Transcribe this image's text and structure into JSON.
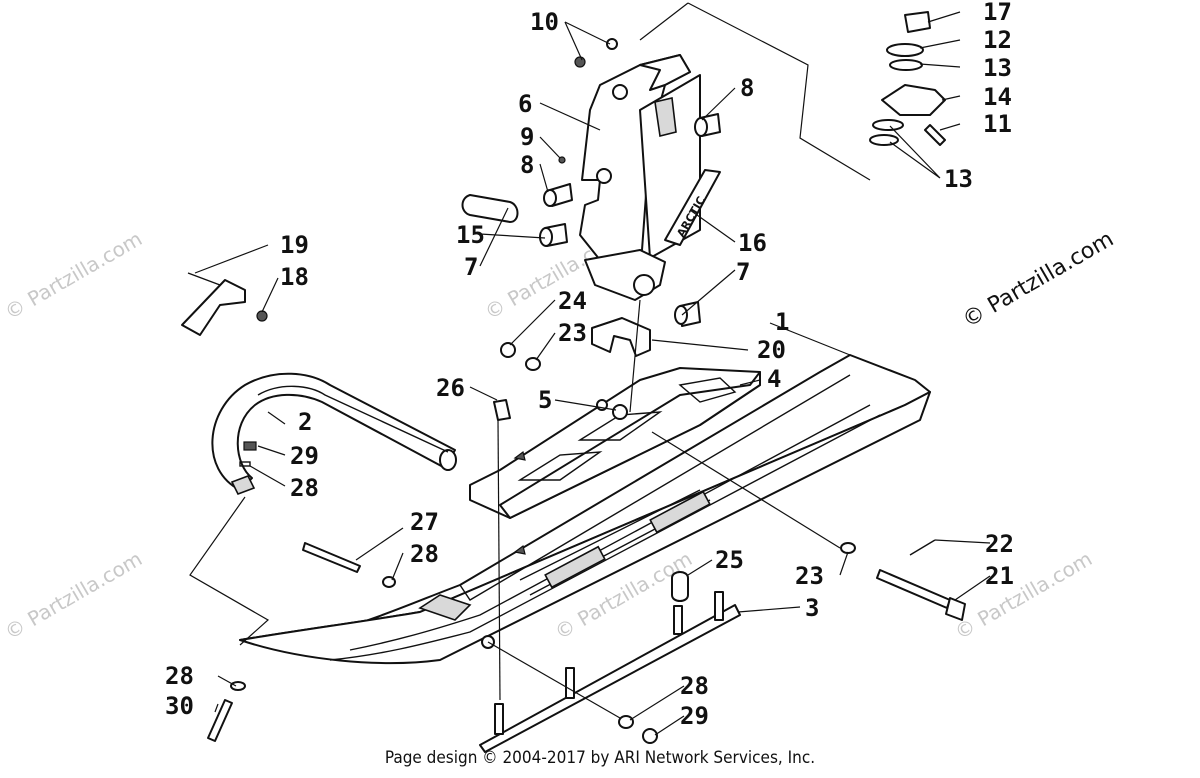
{
  "watermark_text": "© Partzilla.com",
  "copyright_text": "© Partzilla.com",
  "footer_text": "Page design © 2004-2017 by ARI Network Services, Inc.",
  "callouts": [
    "1",
    "2",
    "3",
    "4",
    "5",
    "6",
    "7",
    "7",
    "8",
    "8",
    "9",
    "10",
    "11",
    "12",
    "13",
    "13",
    "14",
    "15",
    "16",
    "17",
    "18",
    "19",
    "20",
    "21",
    "22",
    "23",
    "23",
    "24",
    "25",
    "26",
    "27",
    "28",
    "28",
    "28",
    "28",
    "29",
    "29",
    "30"
  ],
  "decal_text": "ARCTIC"
}
